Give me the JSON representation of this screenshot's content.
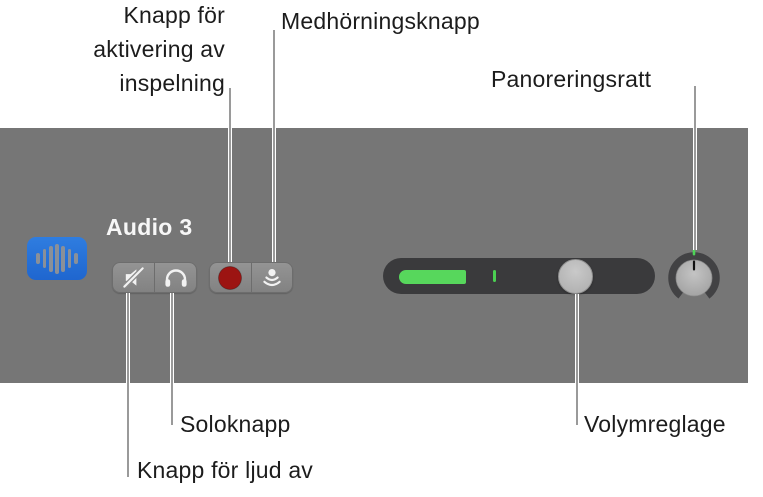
{
  "app_context": "audio-track-header",
  "track_header": {
    "name": "Audio 3",
    "icon": "audio-waveform-icon",
    "colors": {
      "strip_background": "#767676",
      "track_icon_blue": "#2371da",
      "record_red": "#9c1412",
      "meter_green": "#57d75c",
      "slider_track_dark": "#3a3a3c",
      "knob_ring_dark": "#424244",
      "button_face_gray": "#8b8b8b"
    }
  },
  "controls": {
    "mute": {
      "icon": "speaker-muted"
    },
    "solo": {
      "icon": "headphones"
    },
    "record_enable": {
      "icon": "record-dot"
    },
    "input_monitoring": {
      "icon": "monitoring-waves"
    },
    "volume": {
      "type": "slider"
    },
    "pan": {
      "type": "knob"
    }
  },
  "callouts": {
    "record_enable": "Knapp för\naktivering av\ninspelning",
    "input_monitoring": "Medhörningsknapp",
    "pan": "Panoreringsratt",
    "solo": "Soloknapp",
    "mute": "Knapp för ljud av",
    "volume": "Volymreglage"
  }
}
